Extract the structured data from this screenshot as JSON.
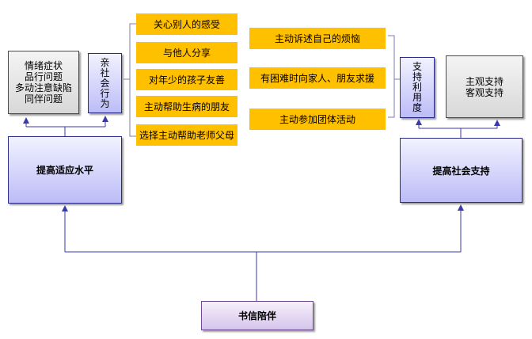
{
  "left": {
    "problems": "情绪症状\n品行问题\n多动注意缺陷\n同伴问题",
    "prosocial": "亲社会行为",
    "goal": "提高适应水平"
  },
  "prosocial_items": [
    "关心别人的感受",
    "与他人分享",
    "对年少的孩子友善",
    "主动帮助生病的朋友",
    "选择主动帮助老师父母"
  ],
  "support_items": [
    "主动诉述自己的烦恼",
    "有困难时向家人、朋友求援",
    "主动参加团体活动"
  ],
  "right": {
    "utilization": "支持利用度",
    "kinds": "主观支持\n客观支持",
    "goal": "提高社会支持"
  },
  "bottom": {
    "label": "书信陪伴"
  }
}
